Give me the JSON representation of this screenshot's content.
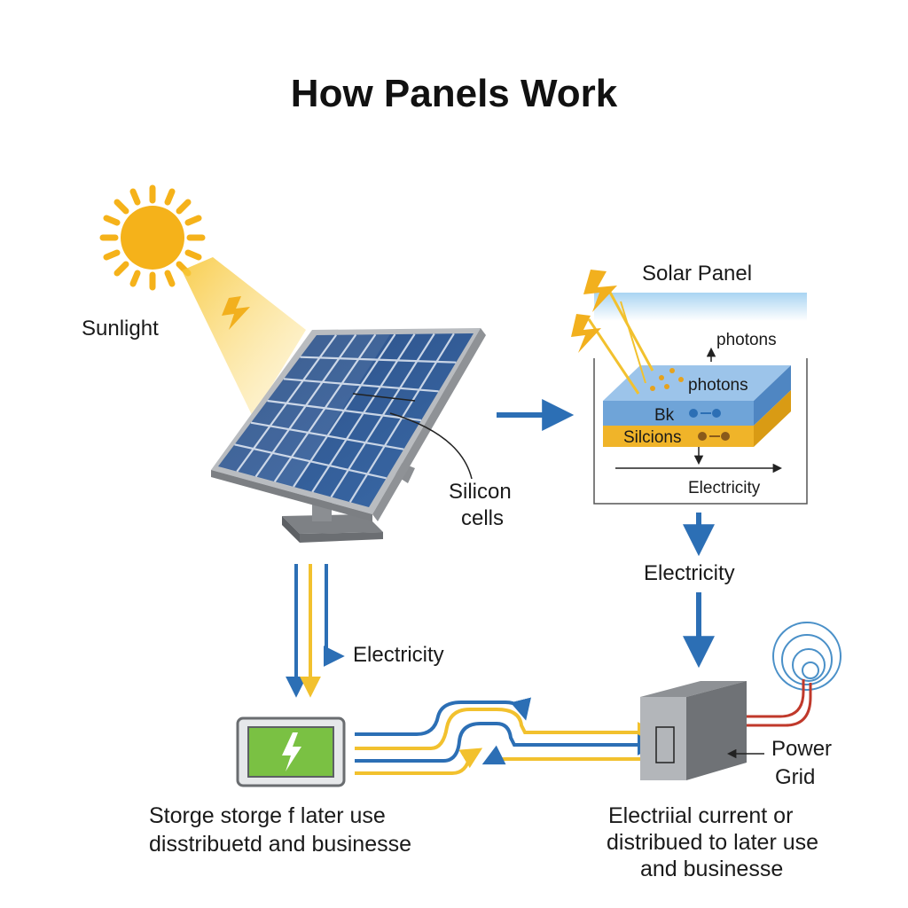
{
  "title": "How Panels Work",
  "labels": {
    "sunlight": "Sunlight",
    "silicon_cells_line1": "Silicon",
    "silicon_cells_line2": "cells",
    "solar_panel": "Solar Panel",
    "photons_top": "photons",
    "photons_inner": "photons",
    "layer_top": "Bk",
    "layer_bottom": "Silcions",
    "electricity_inset": "Electricity",
    "electricity_right": "Electricity",
    "electricity_left": "Electricity",
    "power_grid_line1": "Power",
    "power_grid_line2": "Grid",
    "storage_line1": "Storge storge f later use",
    "storage_line2": "disstribuetd and businesse",
    "grid_desc_line1": "Electriial current or",
    "grid_desc_line2": "distribued to later use",
    "grid_desc_line3": "and businesse"
  },
  "colors": {
    "sun": "#f5b21a",
    "panel_cell": "#2f5b93",
    "arrow_blue": "#2c6fb5",
    "wire_yellow": "#f2c12e",
    "battery_green": "#7ac143",
    "grid_red": "#c0392b",
    "layer_blue": "#6fa4d8",
    "layer_gold": "#f0b429"
  },
  "icons": {
    "sun": "sun-icon",
    "lightning": "lightning-icon",
    "battery": "battery-icon",
    "grid": "power-grid-icon"
  }
}
